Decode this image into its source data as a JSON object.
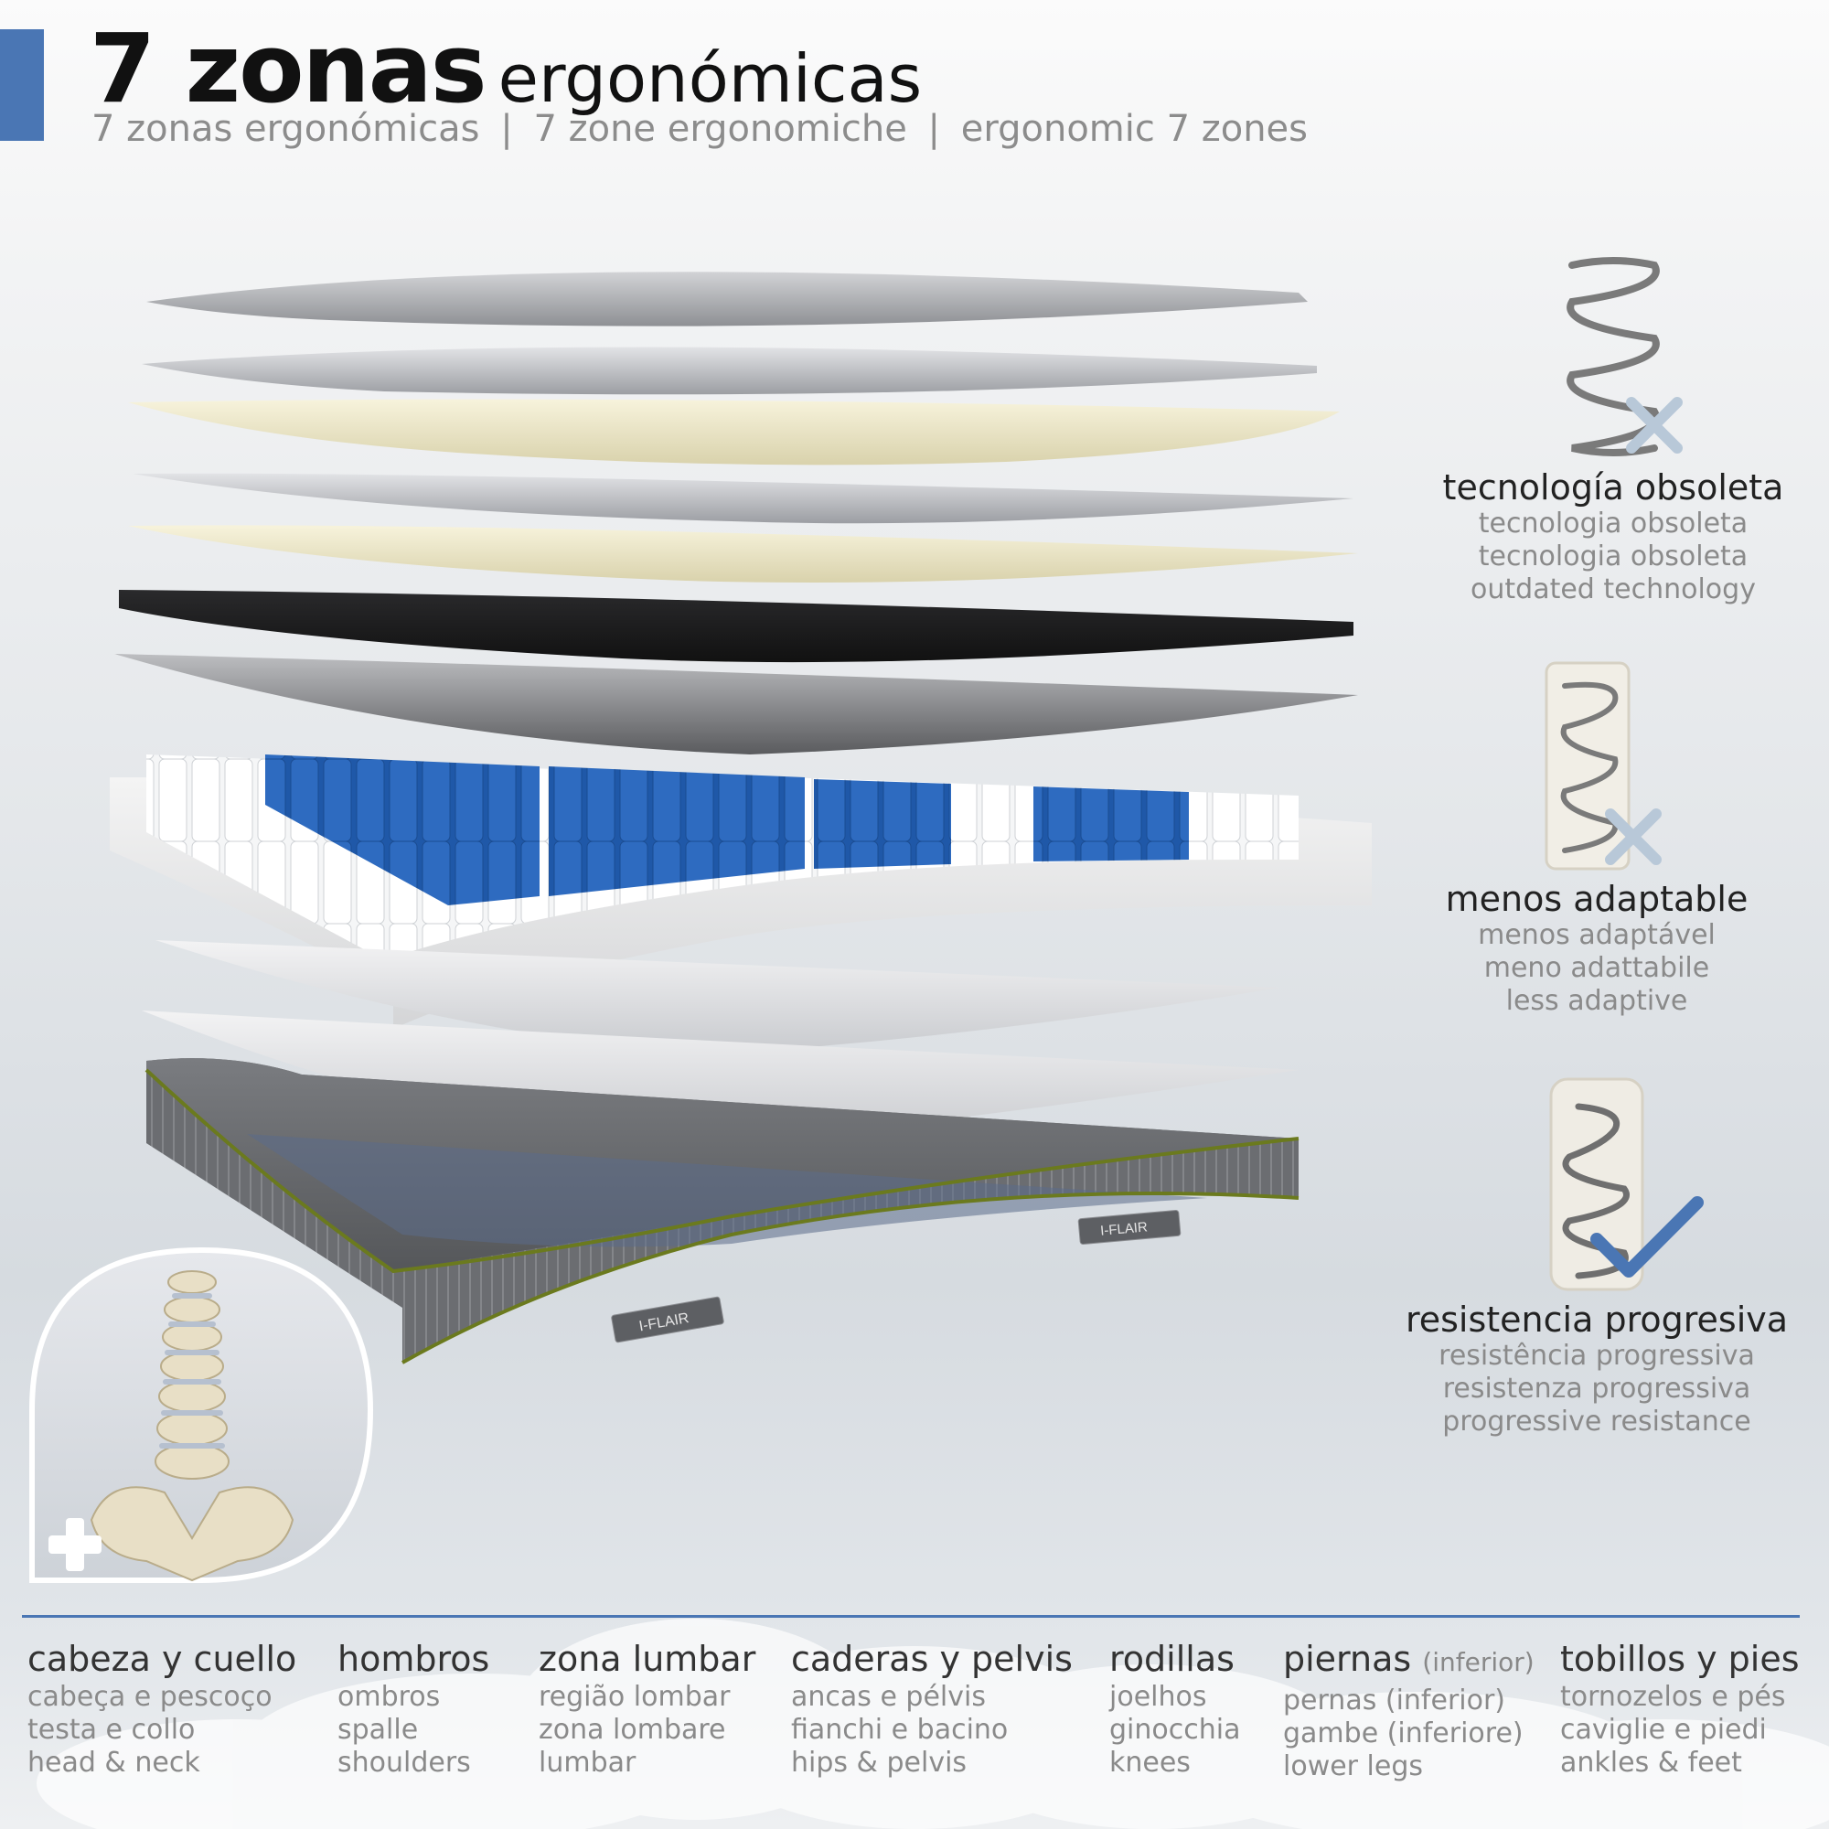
{
  "header": {
    "title_bold": "7 zonas",
    "title_light": "ergonómicas",
    "subtitle_parts": [
      "7 zonas ergonómicas",
      "|",
      "7 zone ergonomiche",
      "|",
      "ergonomic 7 zones"
    ]
  },
  "brand_labels": [
    "I-FLAIR",
    "I-FLAIR"
  ],
  "features": [
    {
      "main": "tecnología obsoleta",
      "alt": [
        "tecnologia obsoleta",
        "tecnologia obsoleta",
        "outdated technology"
      ],
      "mark": "x-mark-icon"
    },
    {
      "main": "menos adaptable",
      "alt": [
        "menos adaptável",
        "meno adattabile",
        "less adaptive"
      ],
      "mark": "x-mark-icon"
    },
    {
      "main": "resistencia progresiva",
      "alt": [
        "resistência progressiva",
        "resistenza progressiva",
        "progressive resistance"
      ],
      "mark": "check-mark-icon"
    }
  ],
  "zones": [
    {
      "main": "cabeza y cuello",
      "extra": "",
      "alt": [
        "cabeça e pescoço",
        "testa e collo",
        "head & neck"
      ]
    },
    {
      "main": "hombros",
      "extra": "",
      "alt": [
        "ombros",
        "spalle",
        "shoulders"
      ]
    },
    {
      "main": "zona lumbar",
      "extra": "",
      "alt": [
        "região lombar",
        "zona lombare",
        "lumbar"
      ]
    },
    {
      "main": "caderas y pelvis",
      "extra": "",
      "alt": [
        "ancas e pélvis",
        "fianchi e bacino",
        "hips & pelvis"
      ]
    },
    {
      "main": "rodillas",
      "extra": "",
      "alt": [
        "joelhos",
        "ginocchia",
        "knees"
      ]
    },
    {
      "main": "piernas",
      "extra": "(inferior)",
      "alt": [
        "pernas (inferior)",
        "gambe (inferiore)",
        "lower legs"
      ]
    },
    {
      "main": "tobillos y pies",
      "extra": "",
      "alt": [
        "tornozelos e pés",
        "caviglie e piedi",
        "ankles & feet"
      ]
    }
  ],
  "colors": {
    "accent": "#4a76b4",
    "zone_blue": "#2e6bc0",
    "border_green": "#6b7a1e",
    "mattress_gray": "#6e7073"
  }
}
